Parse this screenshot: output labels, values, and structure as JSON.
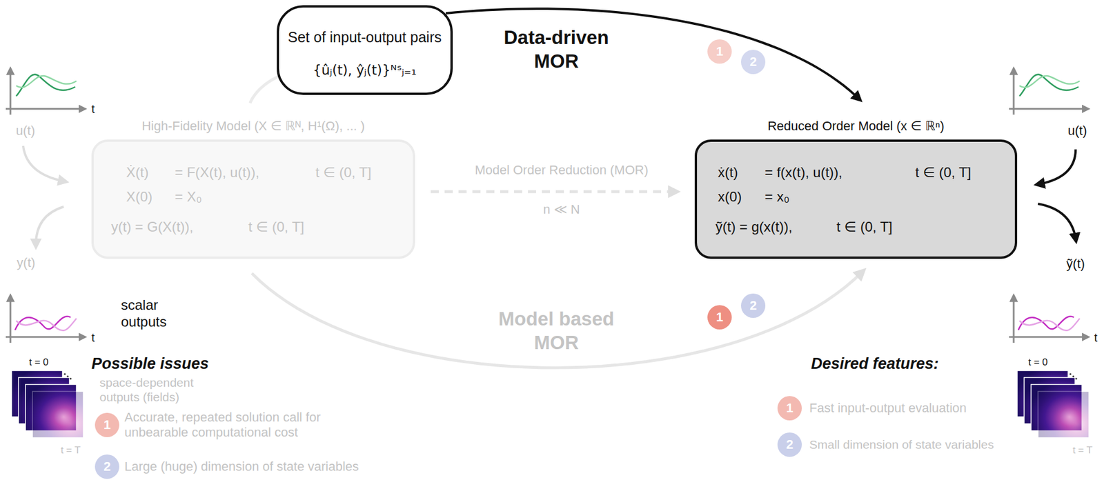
{
  "diagram": {
    "nodes": [
      {
        "text": [
          "Set of input-output pairs",
          "{ûⱼ(t), ŷⱼ(t)}ᴺˢⱼ₌₁"
        ]
      },
      {
        "text": [
          "High-Fidelity Model (X ∈ ℝᴺ, H¹(Ω), ... )",
          "Ẋ(t)",
          "= F(X(t), u(t)),",
          "t ∈ (0, T]",
          "X(0)",
          "= X₀",
          "y(t) = G(X(t)),",
          "t ∈ (0, T]"
        ]
      },
      {
        "text": [
          "Reduced Order Model (x ∈ ℝⁿ)",
          "ẋ(t)",
          "= f(x(t), u(t)),",
          "t ∈ (0, T]",
          "x(0)",
          "= x₀",
          "ỹ(t) = g(x(t)),",
          "t ∈ (0, T]"
        ]
      }
    ],
    "edges": [
      {
        "from": 0,
        "to": 2,
        "arrow": "to",
        "label": "Data-driven MOR"
      },
      {
        "from": 1,
        "to": 2,
        "arrow": "to",
        "label": "Model Order Reduction (MOR)"
      },
      {
        "from": 1,
        "to": 2,
        "arrow": "to",
        "label": "Model based MOR"
      },
      {
        "from": 1,
        "to": 0,
        "arrow": "none"
      }
    ],
    "labels": [
      "u(t)",
      "t",
      "y(t)",
      "t",
      "scalar outputs",
      "t = 0",
      "t = T",
      "space-dependent outputs (fields)",
      "Possible issues",
      "1",
      "Accurate, repeated solution call for unbearable computational cost",
      "2",
      "Large (huge) dimension of state variables",
      "1",
      "2",
      "n ≪ N",
      "1",
      "2",
      "u(t)",
      "ỹ(t)",
      "t",
      "t = 0",
      "t = T",
      "Desired features:",
      "1",
      "Fast input-output evaluation",
      "2",
      "Small dimension of state variables"
    ]
  }
}
